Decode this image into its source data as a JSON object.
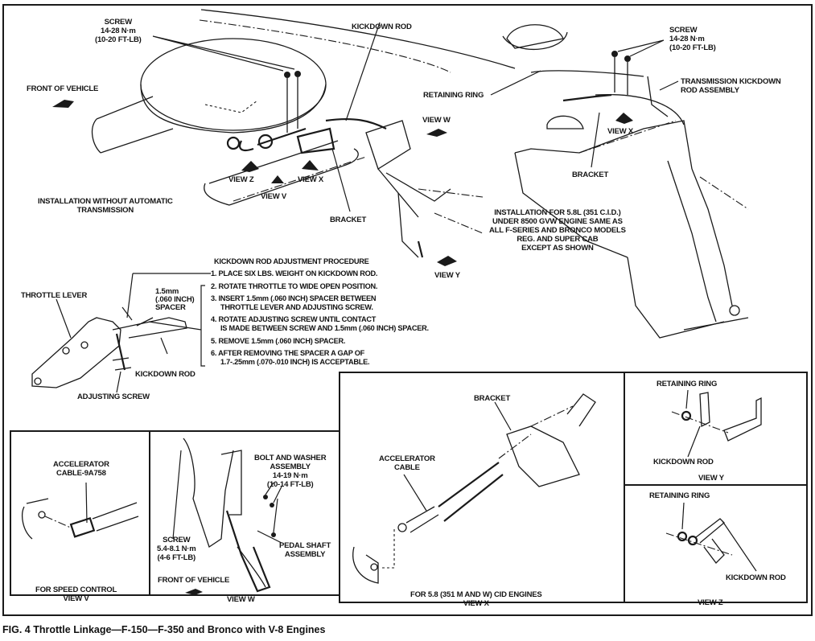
{
  "figure": {
    "caption": "FIG. 4  Throttle Linkage—F-150—F-350 and Bronco with V-8 Engines"
  },
  "main_view_left": {
    "screw_label": [
      "SCREW",
      "14-28 N·m",
      "(10-20 FT-LB)"
    ],
    "kickdown_rod": "KICKDOWN ROD",
    "front_of_vehicle": "FRONT OF VEHICLE",
    "view_w": "VIEW W",
    "view_z": "VIEW Z",
    "view_x": "VIEW X",
    "view_v": "VIEW V",
    "view_y": "VIEW Y",
    "bracket": "BRACKET",
    "installation_title": [
      "INSTALLATION WITHOUT AUTOMATIC",
      "TRANSMISSION"
    ]
  },
  "main_view_right": {
    "screw_label": [
      "SCREW",
      "14-28 N·m",
      "(10-20 FT-LB)"
    ],
    "retaining_ring": "RETAINING RING",
    "transmission_kickdown": [
      "TRANSMISSION KICKDOWN",
      "ROD ASSEMBLY"
    ],
    "view_x": "VIEW X",
    "bracket": "BRACKET",
    "installation_note": [
      "INSTALLATION FOR 5.8L (351 C.I.D.)",
      "UNDER 8500 GVW ENGINE SAME AS",
      "ALL F-SERIES AND BRONCO MODELS",
      "REG. AND SUPER CAB",
      "EXCEPT AS SHOWN"
    ]
  },
  "throttle_detail": {
    "throttle_lever": "THROTTLE LEVER",
    "spacer": [
      "1.5mm",
      "(.060 INCH)",
      "SPACER"
    ],
    "kickdown_rod": "KICKDOWN ROD",
    "adjusting_screw": "ADJUSTING SCREW"
  },
  "procedure": {
    "title": "KICKDOWN ROD ADJUSTMENT PROCEDURE",
    "steps": [
      [
        "1. PLACE SIX LBS. WEIGHT ON KICKDOWN ROD."
      ],
      [
        "2. ROTATE THROTTLE TO WIDE OPEN POSITION."
      ],
      [
        "3. INSERT 1.5mm (.060 INCH) SPACER BETWEEN",
        "    THROTTLE LEVER AND ADJUSTING SCREW."
      ],
      [
        "4. ROTATE ADJUSTING SCREW UNTIL CONTACT",
        "    IS MADE BETWEEN SCREW AND 1.5mm (.060 INCH) SPACER."
      ],
      [
        "5. REMOVE 1.5mm (.060 INCH) SPACER."
      ],
      [
        "6. AFTER REMOVING THE SPACER A GAP OF",
        "    1.7-.25mm (.070-.010 INCH) IS ACCEPTABLE."
      ]
    ]
  },
  "panel_view_v": {
    "accelerator_cable": [
      "ACCELERATOR",
      "CABLE-9A758"
    ],
    "footer": [
      "FOR SPEED CONTROL",
      "VIEW V"
    ]
  },
  "panel_view_w": {
    "bolt_washer": [
      "BOLT AND WASHER",
      "ASSEMBLY",
      "14-19 N·m",
      "(10-14 FT-LB)"
    ],
    "screw": [
      "SCREW",
      "5.4-8.1 N·m",
      "(4-6 FT-LB)"
    ],
    "pedal_shaft": [
      "PEDAL SHAFT",
      "ASSEMBLY"
    ],
    "front_of_vehicle": "FRONT OF VEHICLE",
    "footer": "VIEW W"
  },
  "panel_view_x": {
    "bracket": "BRACKET",
    "accelerator_cable": [
      "ACCELERATOR",
      "CABLE"
    ],
    "footer": [
      "FOR 5.8 (351 M AND W) CID ENGINES",
      "VIEW X"
    ]
  },
  "panel_view_y": {
    "retaining_ring": "RETAINING RING",
    "kickdown_rod": "KICKDOWN ROD",
    "footer": "VIEW Y"
  },
  "panel_view_z": {
    "retaining_ring": "RETAINING RING",
    "kickdown_rod": "KICKDOWN ROD",
    "footer": "VIEW Z"
  }
}
